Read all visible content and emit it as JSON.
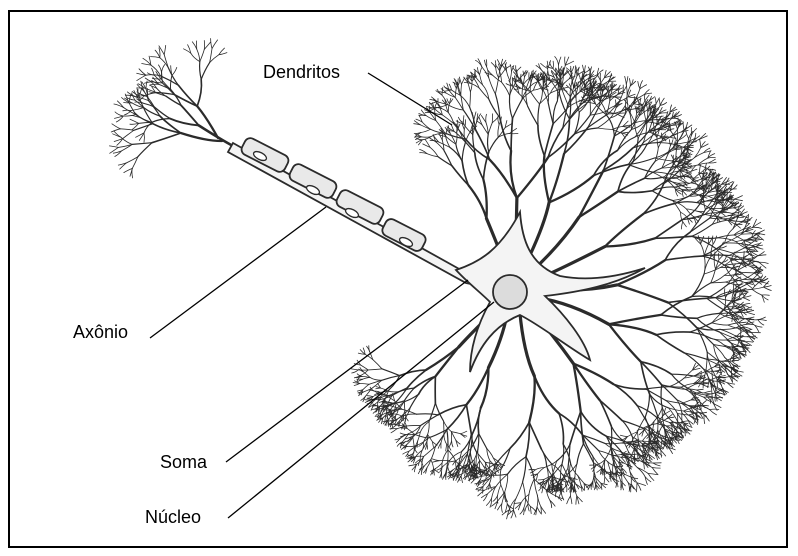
{
  "diagram": {
    "labels": {
      "dendrites": "Dendritos",
      "axon": "Axônio",
      "soma": "Soma",
      "nucleus": "Núcleo"
    },
    "colors": {
      "stroke": "#2b2b2b",
      "fill": "#f4f4f4",
      "nucleus_fill": "#dcdcdc",
      "myelin_fill": "#e9e9e9"
    }
  }
}
